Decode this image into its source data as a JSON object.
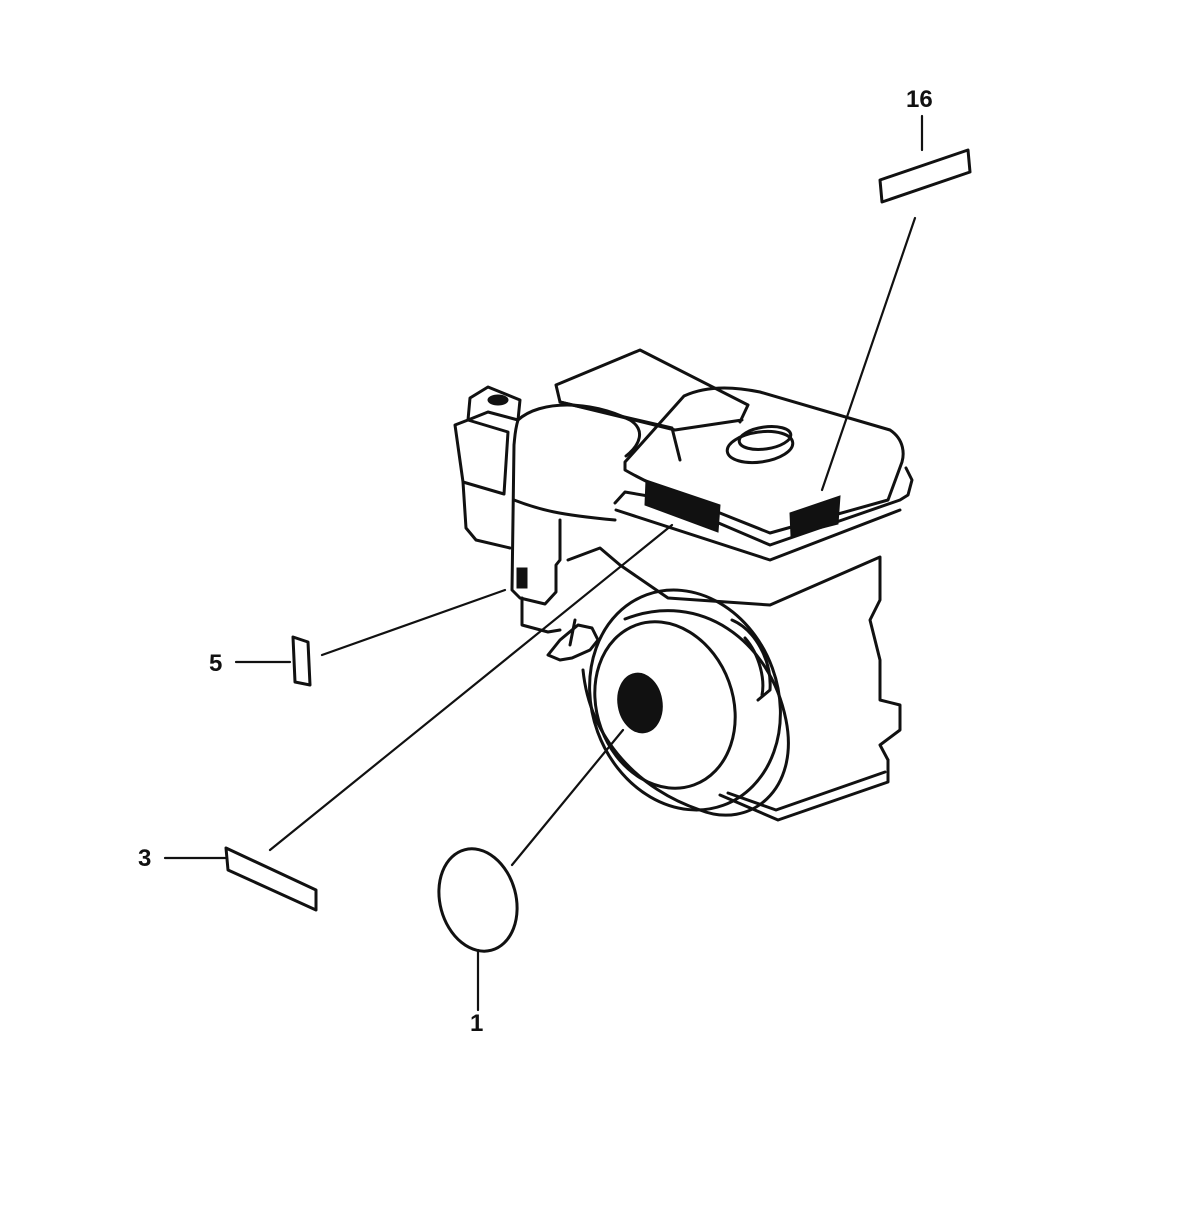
{
  "diagram": {
    "type": "exploded-parts-view",
    "subject": "engine",
    "callouts": [
      {
        "id": "16",
        "label": "16",
        "part": "label-decal-rectangular",
        "points_to": "fuel-tank-right-side"
      },
      {
        "id": "5",
        "label": "5",
        "part": "label-decal-small",
        "points_to": "air-cleaner-lower"
      },
      {
        "id": "3",
        "label": "3",
        "part": "label-decal-rectangular",
        "points_to": "fuel-tank-front-side"
      },
      {
        "id": "1",
        "label": "1",
        "part": "emblem-oval",
        "points_to": "recoil-starter-center"
      }
    ],
    "colors": {
      "line": "#111111",
      "background": "#ffffff"
    }
  }
}
